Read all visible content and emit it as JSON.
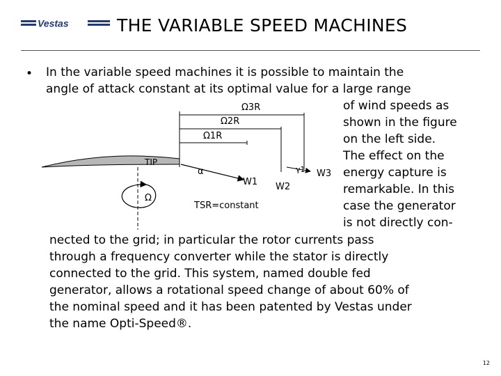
{
  "header": {
    "logo_text": "Vestas",
    "title": "THE VARIABLE SPEED MACHINES"
  },
  "body": {
    "bullet": "•",
    "lines": [
      "In the variable speed machines it is possible to maintain the",
      "angle of attack constant at its optimal value for a large range",
      "of wind speeds as",
      "shown in the figure",
      "on the left side.",
      "The effect on the",
      "energy capture is",
      "remarkable. In this",
      "case the generator",
      "is not directly con-",
      "nected to the grid; in particular the rotor currents pass",
      "through a frequency converter while the stator is directly",
      "connected to the grid. This system, named double fed",
      "generator, allows a rotational speed change of about 60% of",
      "the nominal speed and it has been patented by Vestas under",
      "the name Opti-Speed®."
    ]
  },
  "diagram": {
    "labels": {
      "omega3r": "Ω3R",
      "omega2r": "Ω2R",
      "omega1r": "Ω1R",
      "tip": "TIP",
      "omega": "Ω",
      "alpha": "α",
      "gamma1": "γ1",
      "w1": "W1",
      "w2": "W2",
      "w3": "W3",
      "tsr": "TSR=constant"
    }
  },
  "footer": {
    "page_number": "12"
  }
}
